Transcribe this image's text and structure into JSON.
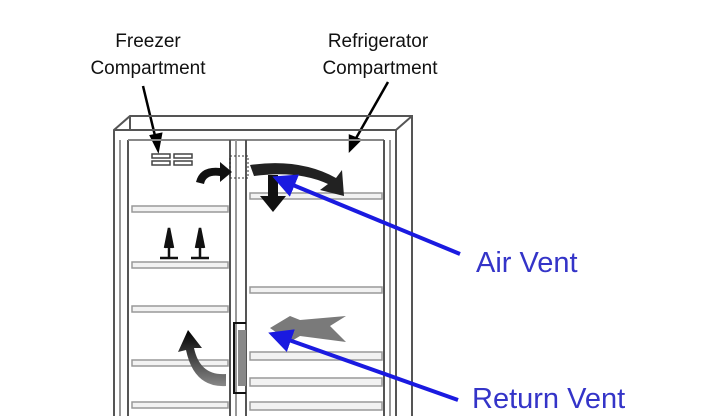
{
  "labels": {
    "freezer": [
      "Freezer",
      "Compartment"
    ],
    "refrigerator": [
      "Refrigerator",
      "Compartment"
    ],
    "air_vent": "Air Vent",
    "return_vent": "Return Vent"
  },
  "colors": {
    "callout": "#1a1ae0",
    "callout_text": "#3434c8",
    "airflow_dark": "#111111",
    "airflow_gray": "#777777"
  }
}
